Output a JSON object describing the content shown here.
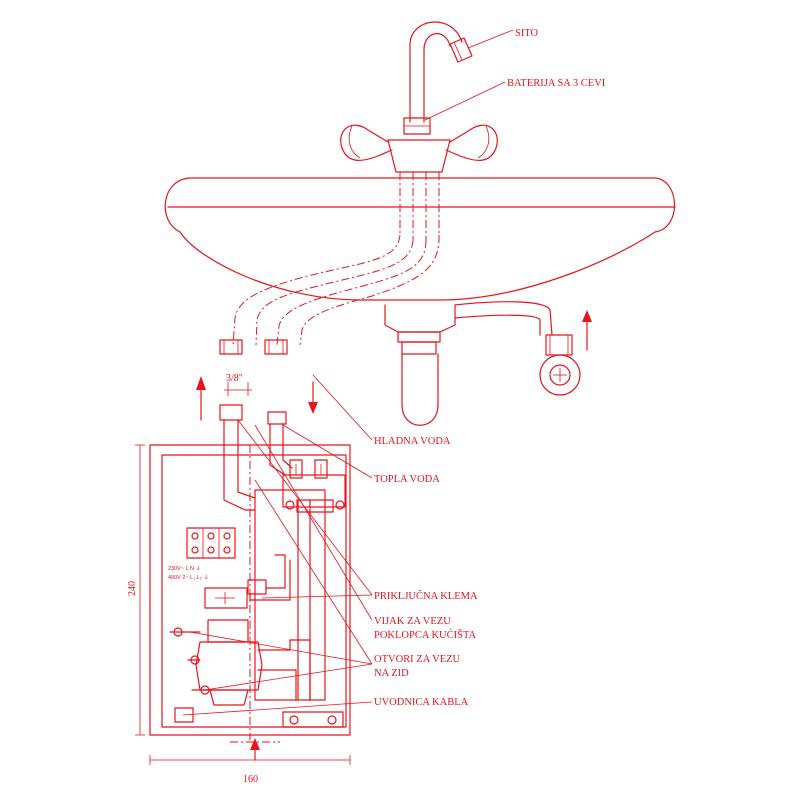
{
  "colors": {
    "line": "#e8141c",
    "background": "#ffffff"
  },
  "labels": {
    "sito": "SITO",
    "baterija": "BATERIJA SA 3 CEVI",
    "hladna_voda": "HLADNA VODA",
    "topla_voda": "TOPLA VODA",
    "prikljucna_klema": "PRIKLJUČNA KLEMA",
    "vijak_line1": "VIJAK ZA VEZU",
    "vijak_line2": "POKLOPCA KUĆIŠTA",
    "otvori_line1": "OTVORI ZA VEZU",
    "otvori_line2": "NA ZID",
    "uvodnica": "UVODNICA KABLA"
  },
  "dimensions": {
    "pipe_size": "3/8\"",
    "height": "240",
    "width": "160"
  },
  "terminal_legend": {
    "row1": "230V~  L     N     ⏚",
    "row2": "400V 2~  L₁    L₂    ⏚"
  }
}
